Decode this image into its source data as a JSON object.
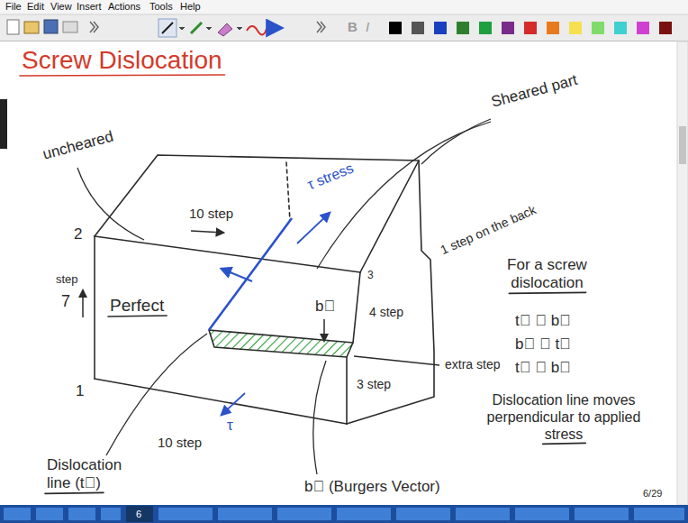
{
  "diagram": {
    "title": "Screw Dislocation",
    "labels": [
      "File",
      "Edit",
      "View",
      "Insert",
      "Actions",
      "Tools",
      "Help",
      "B",
      "I",
      "uncheared",
      "Sheared part",
      "τ stress",
      "10 step",
      "2",
      "step",
      "7",
      "Perfect",
      "1 step on the back",
      "3",
      "b⃗",
      "4 step",
      "extra step",
      "1",
      "τ",
      "10 step",
      "3 step",
      "Dislocation line (t⃗)",
      "b⃗ (Burgers Vector)",
      "For a screw dislocation",
      "t⃗ ∥ b⃗",
      "b⃗ ∥ t⃗",
      "t⃗ ∥ b⃗",
      "Dislocation line moves perpendicular to applied stress",
      "6/29",
      "6"
    ]
  }
}
